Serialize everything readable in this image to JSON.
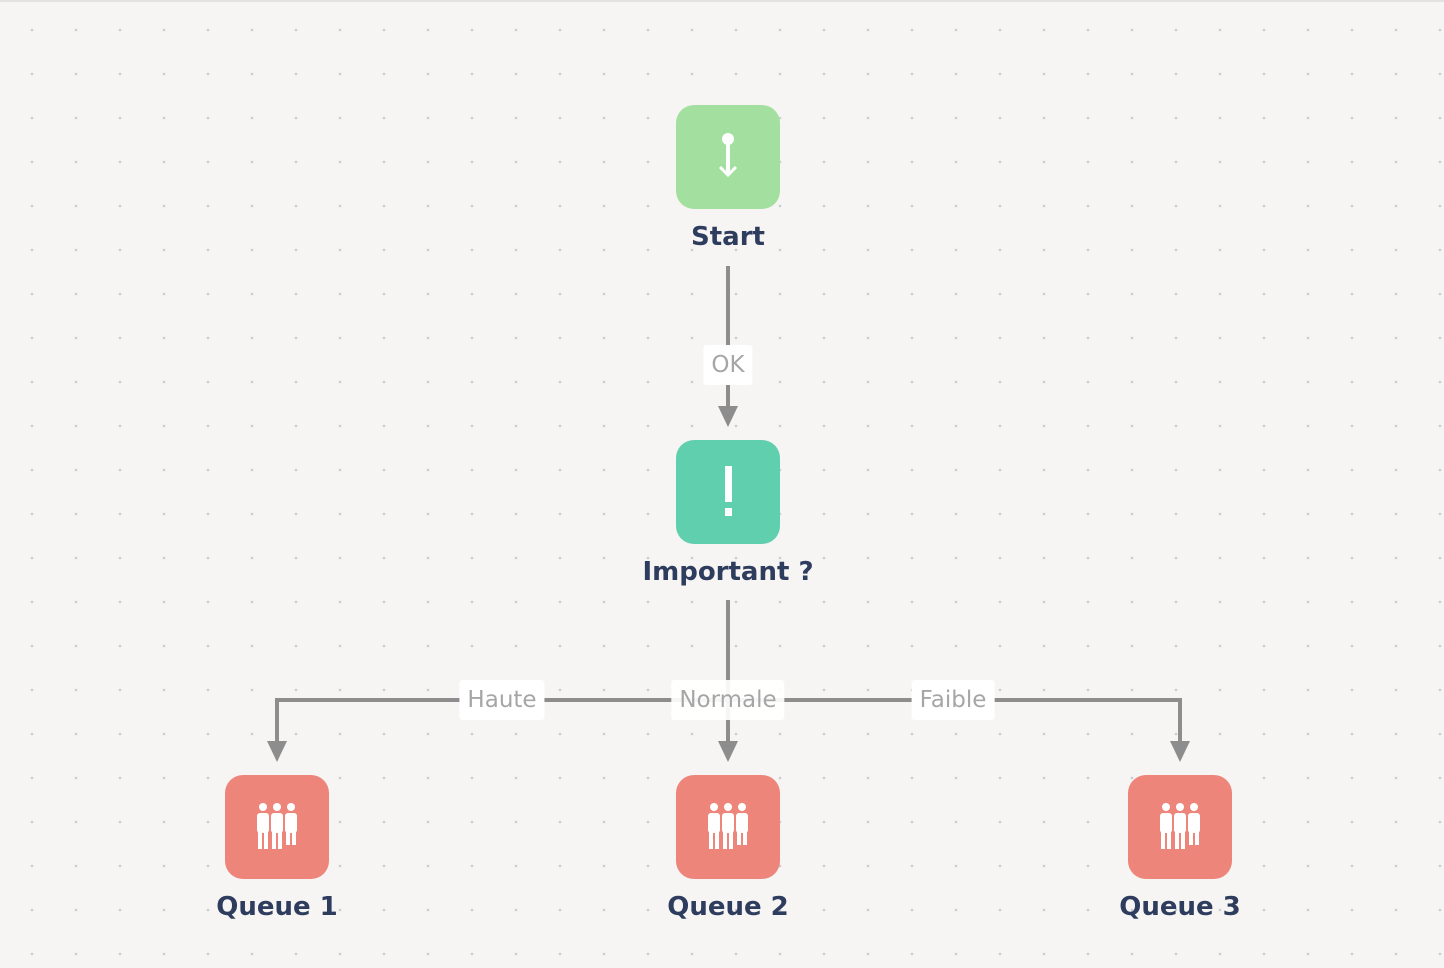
{
  "nodes": {
    "start": {
      "label": "Start",
      "color": "#a3df9f",
      "icon": "start-arrow-icon"
    },
    "important": {
      "label": "Important ?",
      "color": "#5fcfae",
      "icon": "exclamation-icon"
    },
    "queue1": {
      "label": "Queue 1",
      "color": "#ee857b",
      "icon": "group-people-icon"
    },
    "queue2": {
      "label": "Queue 2",
      "color": "#ee857b",
      "icon": "group-people-icon"
    },
    "queue3": {
      "label": "Queue 3",
      "color": "#ee857b",
      "icon": "group-people-icon"
    }
  },
  "edges": {
    "start_to_important": {
      "label": "OK"
    },
    "to_queue1": {
      "label": "Haute"
    },
    "to_queue2": {
      "label": "Normale"
    },
    "to_queue3": {
      "label": "Faible"
    }
  },
  "colors": {
    "edge": "#8d8d8d",
    "label_text": "#2e3c5e",
    "background": "#f6f5f3"
  }
}
